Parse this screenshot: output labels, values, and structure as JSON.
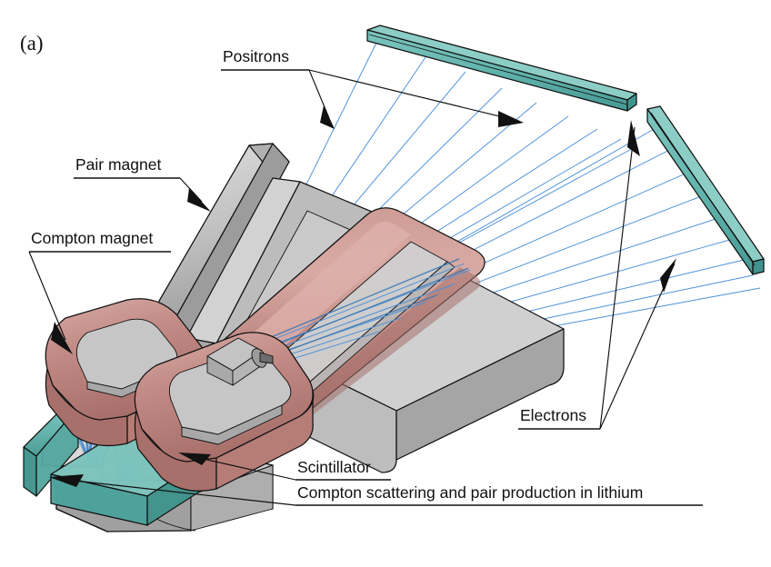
{
  "figure": {
    "panel_letter": "(a)",
    "caption_note": "Compton scattering and pair production in lithium"
  },
  "labels": {
    "positrons": "Positrons",
    "pair_magnet": "Pair magnet",
    "compton_magnet": "Compton magnet",
    "electrons": "Electrons",
    "scintillator": "Scintillator",
    "compton_process": "Compton scattering and pair production in lithium"
  },
  "colors": {
    "magnet_coil_rose": "#c28b85",
    "magnet_coil_rose_dark": "#a86f6a",
    "magnet_coil_rose_light": "#d3a39d",
    "steel_grey": "#bdbdbd",
    "steel_grey_light": "#d6d6d6",
    "steel_grey_dark": "#9a9a9a",
    "steel_grey_darker": "#868686",
    "pole_grey": "#c6c6c6",
    "detector_teal": "#5fb2ab",
    "detector_teal_light": "#7cc4bd",
    "detector_teal_dark": "#3f948d",
    "trajectory_blue": "#4a90d9",
    "trajectory_blue_dark": "#2f74b5",
    "outline_black": "#111111",
    "background": "#ffffff"
  },
  "components": [
    {
      "name": "compton-magnet",
      "kind": "dipole-magnet",
      "color": "#c28b85"
    },
    {
      "name": "pair-magnet",
      "kind": "dipole-magnet",
      "color": "#bdbdbd"
    },
    {
      "name": "scintillator-bar-upper",
      "kind": "detector",
      "color": "#5fb2ab"
    },
    {
      "name": "scintillator-bar-right",
      "kind": "detector",
      "color": "#5fb2ab"
    },
    {
      "name": "scintillator-plate-lower",
      "kind": "detector",
      "color": "#5fb2ab"
    },
    {
      "name": "lithium-converter",
      "kind": "target",
      "color": "#bdbdbd"
    }
  ],
  "beam": {
    "positron_track_count": 9,
    "electron_track_count": 9,
    "compton_fan_count": 26
  }
}
